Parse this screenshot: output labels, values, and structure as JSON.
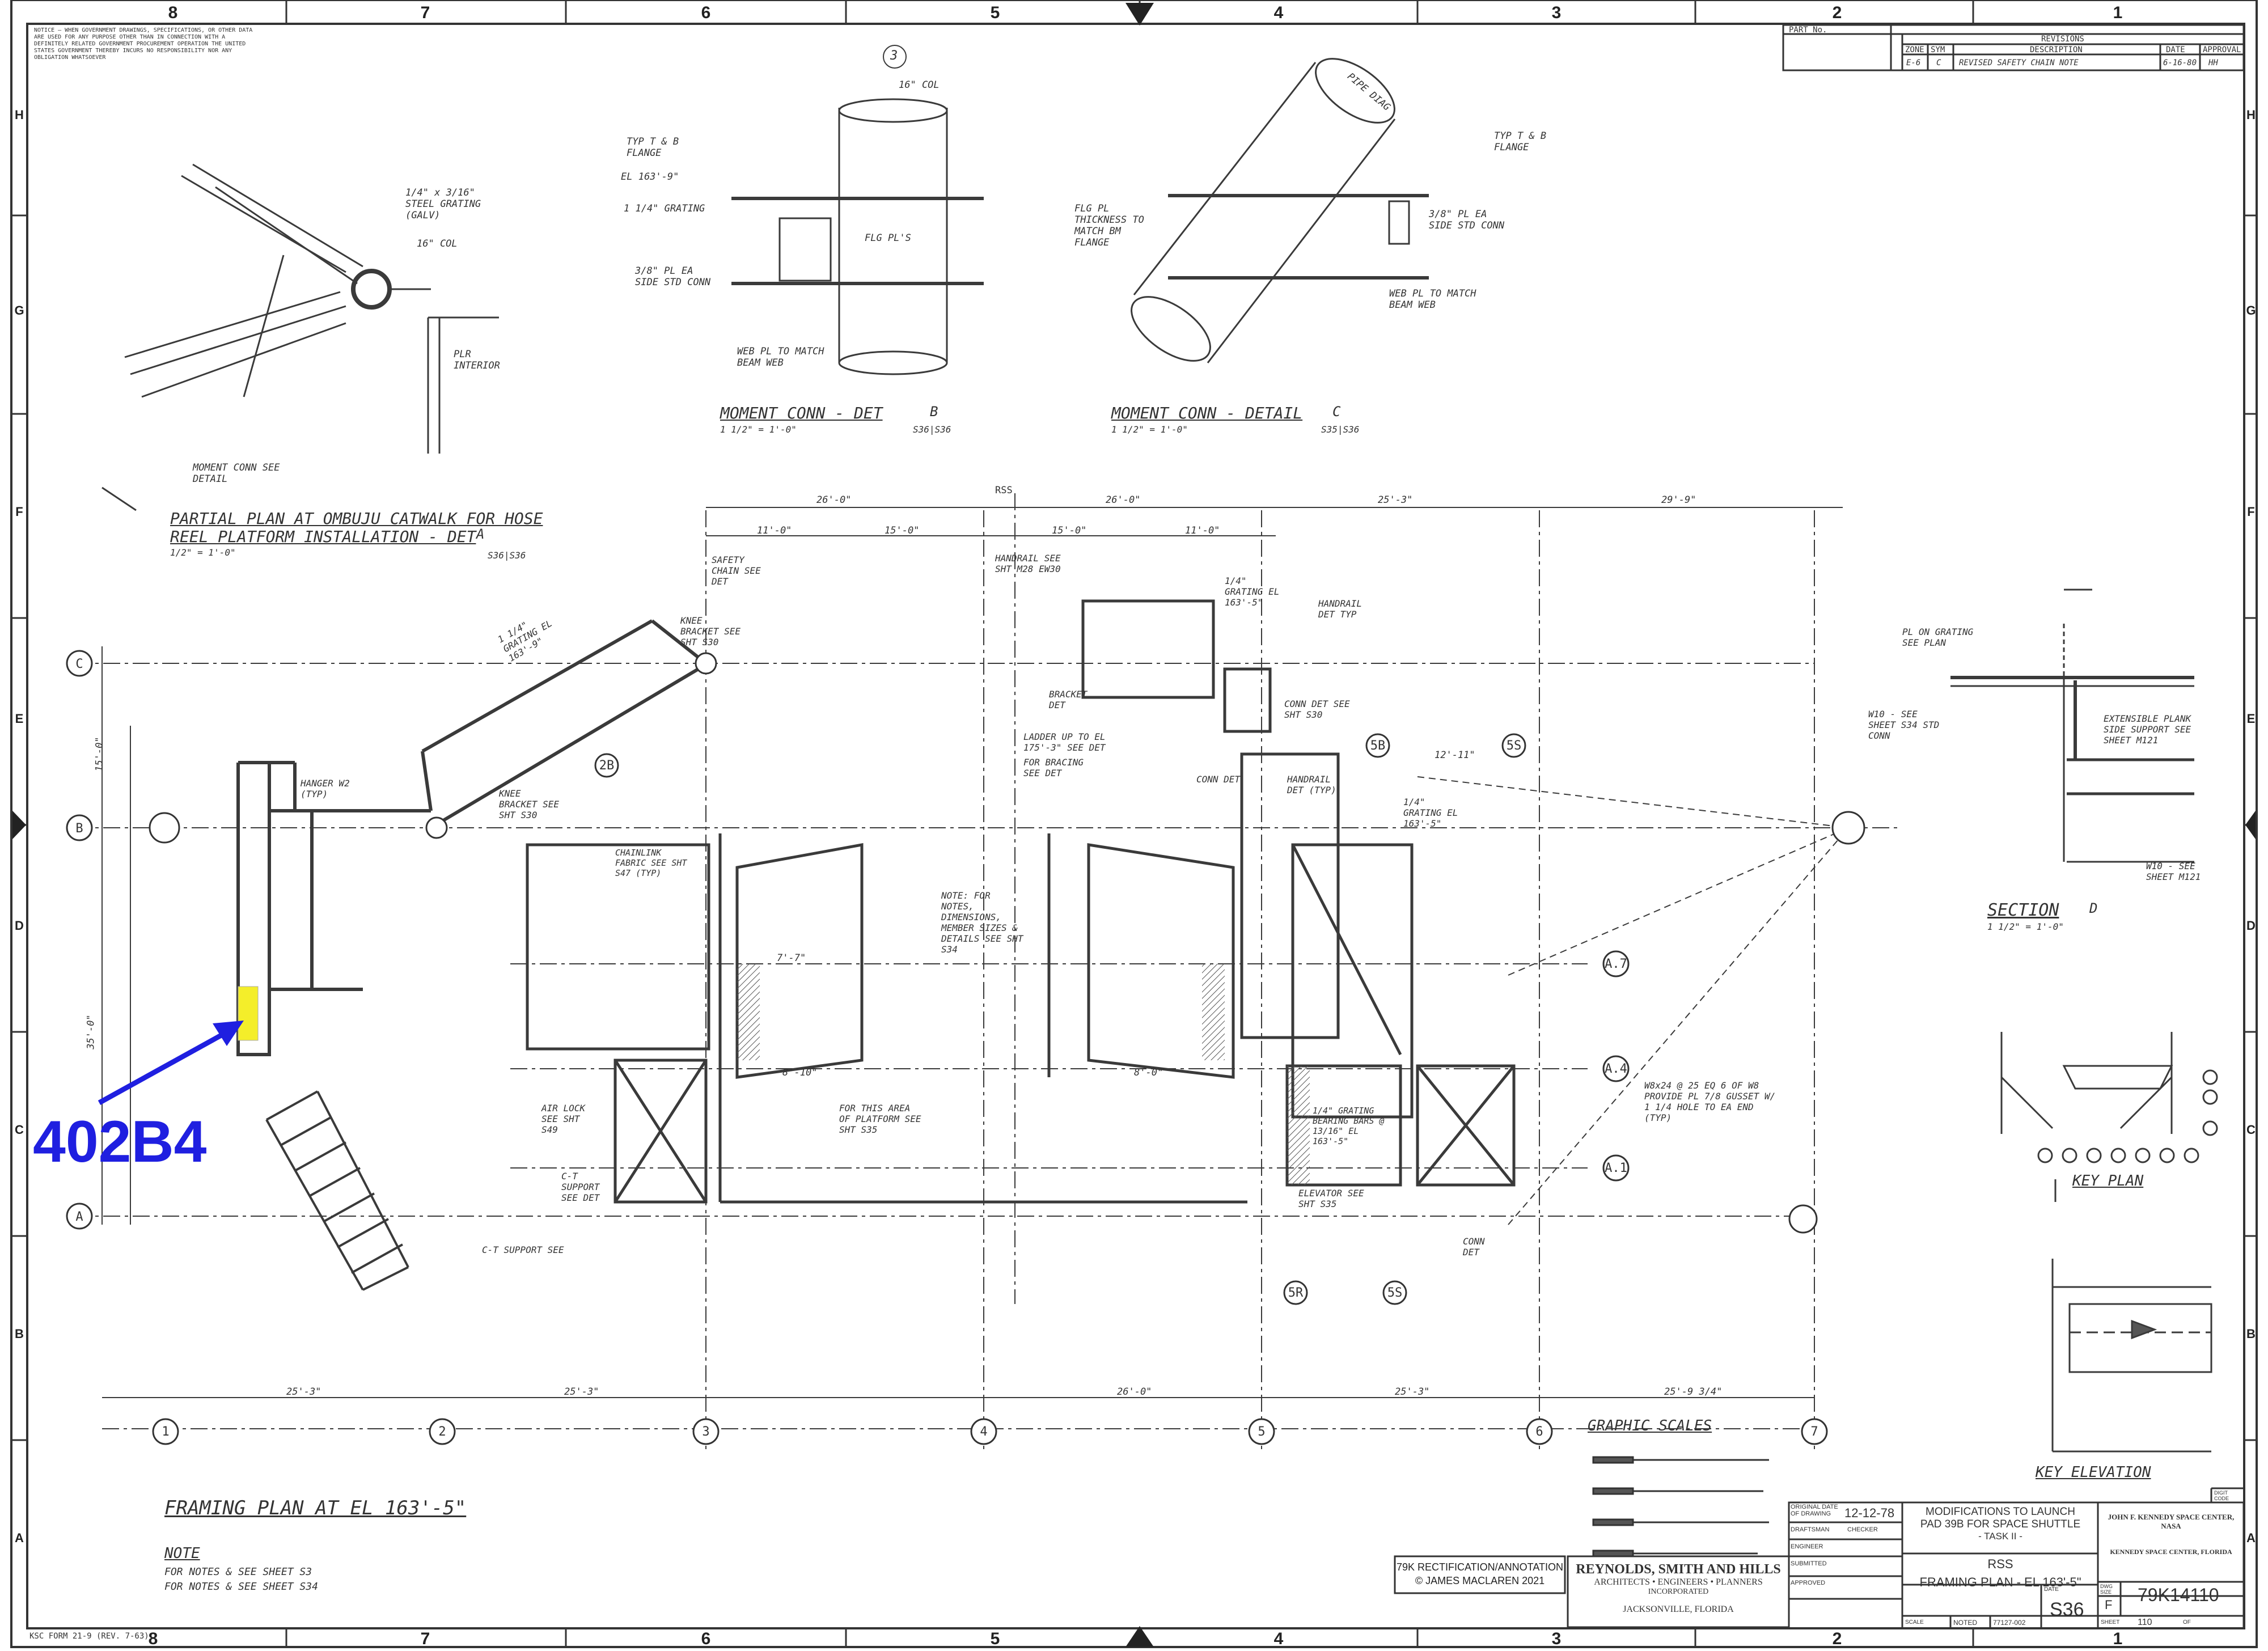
{
  "sheet": {
    "zones_top": [
      "8",
      "7",
      "6",
      "5",
      "4",
      "3",
      "2",
      "1"
    ],
    "zones_side": [
      "H",
      "G",
      "F",
      "E",
      "D",
      "C",
      "B",
      "A"
    ],
    "callout_label": "402B4",
    "notice": "NOTICE — WHEN GOVERNMENT DRAWINGS, SPECIFICATIONS, OR OTHER DATA ARE USED FOR ANY PURPOSE OTHER THAN IN CONNECTION WITH A DEFINITELY RELATED GOVERNMENT PROCUREMENT OPERATION THE UNITED STATES GOVERNMENT THEREBY INCURS NO RESPONSIBILITY NOR ANY OBLIGATION WHATSOEVER",
    "form_no": "KSC FORM 21-9 (REV. 7-63)",
    "rectification": "79K RECTIFICATION/ANNOTATION\n© JAMES MACLAREN 2021"
  },
  "revisions": {
    "header": "REVISIONS",
    "part_no_label": "PART No.",
    "cols": [
      "ZONE",
      "SYM",
      "DESCRIPTION",
      "DATE",
      "APPROVAL"
    ],
    "row": [
      "E-6",
      "C",
      "REVISED SAFETY CHAIN NOTE",
      "6-16-80",
      "HH"
    ]
  },
  "details": {
    "det3": {
      "num": "3",
      "col": "16\" COL",
      "title": ""
    },
    "det_a_title": "PARTIAL PLAN AT OMBUJU CATWALK FOR HOSE",
    "det_a_title2": "REEL PLATFORM INSTALLATION - DET",
    "det_a_scale": "1/2\" = 1'-0\"",
    "det_a_letter": "A",
    "det_a_ref": "S36|S36",
    "det_b_title": "MOMENT CONN - DET",
    "det_b_letter": "B",
    "det_b_scale": "1 1/2\" = 1'-0\"",
    "det_b_ref": "S36|S36",
    "det_c_title": "MOMENT CONN - DETAIL",
    "det_c_letter": "C",
    "det_c_scale": "1 1/2\" = 1'-0\"",
    "det_c_ref": "S35|S36",
    "section_title": "SECTION",
    "section_letter": "D",
    "section_scale": "1 1/2\" = 1'-0\"",
    "key_plan": "KEY PLAN",
    "key_elev": "KEY ELEVATION",
    "graphic_scales": "GRAPHIC SCALES",
    "plan_title": "FRAMING PLAN AT EL 163'-5\"",
    "plan_note_head": "NOTE",
    "plan_note1": "FOR NOTES & SEE SHEET S3",
    "plan_note2": "FOR NOTES & SEE SHEET S34"
  },
  "labels": {
    "l1": "1/4\" x 3/16\" STEEL GRATING (GALV)",
    "l2": "16\" COL",
    "l3": "PLR INTERIOR",
    "l4": "MOMENT CONN SEE DETAIL",
    "l5": "TYP T & B FLANGE",
    "l6": "EL 163'-9\"",
    "l7": "1 1/4\" GRATING",
    "l8": "FLG PL'S",
    "l9": "3/8\" PL EA SIDE STD CONN",
    "l10": "WEB PL TO MATCH BEAM WEB",
    "l11": "PIPE DIAG",
    "l12": "FLG PL THICKNESS TO MATCH BM FLANGE",
    "l13": "3/8\" PL EA SIDE STD CONN",
    "l14": "WEB PL TO MATCH BEAM WEB",
    "l15": "SAFETY CHAIN SEE DET",
    "l16": "KNEE BRACKET SEE SHT S30",
    "l17": "1 1/4\" GRATING EL 163'-9\"",
    "l18": "HANDRAIL SEE SHT M28 EW30",
    "l19": "1/4\" GRATING EL 163'-5\"",
    "l20": "HANDRAIL DET TYP",
    "l21": "CONN DET SEE SHT S30",
    "l22": "BRACKET DET",
    "l23": "LADDER UP TO EL 175'-3\" SEE DET",
    "l24": "FOR BRACING SEE DET",
    "l25": "CHAINLINK FABRIC SEE SHT S47 (TYP)",
    "l26": "NOTE: FOR NOTES, DIMENSIONS, MEMBER SIZES & DETAILS SEE SHT S34",
    "l27": "CONN DET",
    "l28": "HANDRAIL DET (TYP)",
    "l29": "1/4\" GRATING EL 163'-5\"",
    "l30": "FOR THIS AREA OF PLATFORM SEE SHT S35",
    "l31": "AIR LOCK SEE SHT S49",
    "l32": "C-T SUPPORT SEE DET",
    "l33": "C-T SUPPORT SEE",
    "l34": "ELEVATOR SEE SHT S35",
    "l35": "1/4\" GRATING BEARING BARS @ 13/16\" EL 163'-5\"",
    "l36": "W8x24 @ 25 EQ 6 OF W8 PROVIDE PL 7/8 GUSSET W/ 1 1/4 HOLE TO EA END (TYP)",
    "l37": "PL ON GRATING SEE PLAN",
    "l38": "W10 - SEE SHEET S34 STD CONN",
    "l39": "EXTENSIBLE PLANK SIDE SUPPORT SEE SHEET M121",
    "l40": "W10 - SEE SHEET M121",
    "l41": "KNEE BRACKET SEE SHT S30",
    "l42": "HANGER W2 (TYP)",
    "l43": "CONN DET"
  },
  "dims": {
    "d1": "26'-0\"",
    "d2": "11'-0\"",
    "d3": "15'-0\"",
    "d4": "15'-0\"",
    "d5": "26'-0\"",
    "d6": "11'-0\"",
    "d7": "25'-3\"",
    "d8": "29'-9\"",
    "d9": "25'-3\"",
    "d10": "25'-3\"",
    "d11": "26'-0\"",
    "d12": "25'-3\"",
    "d13": "25'-9 3/4\"",
    "d14": "15'-0\"",
    "d15": "35'-0\"",
    "d16": "7'-7\"",
    "d17": "8'-10\"",
    "d18": "12'-11\"",
    "d19": "8'-0\"",
    "d20": "RSS"
  },
  "grid": {
    "cols_top": [
      "1",
      "2",
      "3",
      "4",
      "5",
      "6",
      "7"
    ],
    "rows": [
      "C",
      "B",
      "A",
      "A.7",
      "A.4",
      "A.1"
    ],
    "mid": [
      "2B",
      "5B",
      "5S",
      "5R",
      "5S"
    ]
  },
  "titleblock": {
    "orig_date_label": "ORIGINAL DATE OF DRAWING",
    "orig_date": "12-12-78",
    "drafted_label": "DRAFTSMAN",
    "checked_label": "CHECKER",
    "engineer_label": "ENGINEER",
    "submitted_label": "SUBMITTED",
    "approved_label": "APPROVED",
    "firm1": "REYNOLDS, SMITH AND HILLS",
    "firm2": "ARCHITECTS • ENGINEERS • PLANNERS",
    "firm3": "INCORPORATED",
    "firm4": "JACKSONVILLE, FLORIDA",
    "project1": "MODIFICATIONS TO LAUNCH",
    "project2": "PAD 39B FOR SPACE SHUTTLE",
    "project3": "- TASK II -",
    "rss": "RSS",
    "sheet_title": "FRAMING PLAN - EL 163'-5\"",
    "agency1": "JOHN F. KENNEDY SPACE CENTER, NASA",
    "agency2": "KENNEDY SPACE CENTER, FLORIDA",
    "digit_code": "DIGIT CODE",
    "date_label": "DATE",
    "dwg_size_label": "DWG SIZE",
    "dwg_size": "F",
    "dwg_no": "79K14110",
    "scale_label": "SCALE",
    "scale": "NOTED",
    "job": "77127-002",
    "sheet_no": "S36",
    "sheet_label": "SHEET",
    "sheet_num": "110",
    "of_label": "OF"
  },
  "colors": {
    "line": "#3a3a3a",
    "callout": "#1f1fe0",
    "highlight": "#f4ee2a"
  }
}
